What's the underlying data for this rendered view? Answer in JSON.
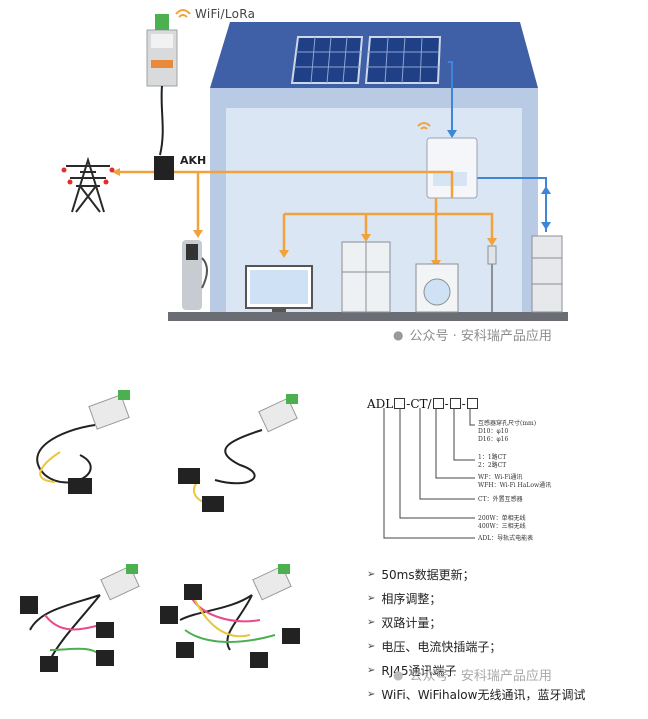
{
  "top_diagram": {
    "wifi_label": "WiFi/LoRa",
    "meter_label": "AKH"
  },
  "watermark": {
    "top": "公众号 · 安科瑞产品应用",
    "bottom": "公众号 · 安科瑞产品应用"
  },
  "model_code": {
    "prefix": "ADL",
    "mid": "-CT/",
    "desc": [
      "互感器穿孔尺寸(mm)",
      "D10：φ10",
      "D16：φ16",
      "1：1路CT",
      "2：2路CT",
      "WF：Wi-Fi通讯",
      "WFH：Wi-Fi HaLow通讯",
      "CT：外置互感器",
      "200W：单相无线",
      "400W：三相无线",
      "ADL：导轨式电能表"
    ]
  },
  "features": [
    "50ms数据更新；",
    "相序调整；",
    "双路计量；",
    "电压、电流快插端子；",
    "RJ45通讯端子",
    "WiFi、WiFihalow无线通讯，蓝牙调试"
  ],
  "colors": {
    "house_wall": "#b9cbe4",
    "house_roof": "#3f5fa7",
    "orange_line": "#f2a23a",
    "blue_line": "#3d86d8"
  }
}
